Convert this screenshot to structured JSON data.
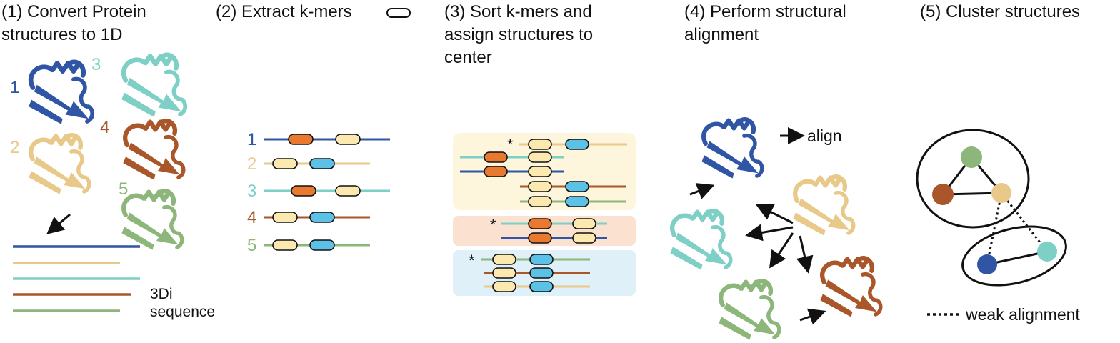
{
  "steps": [
    {
      "lines": [
        "(1) Convert Protein",
        "structures to 1D"
      ]
    },
    {
      "lines": [
        "(2) Extract k-mers"
      ]
    },
    {
      "lines": [
        "(3) Sort k-mers and",
        "assign structures to",
        "center"
      ]
    },
    {
      "lines": [
        "(4) Perform structural",
        "alignment"
      ]
    },
    {
      "lines": [
        "(5) Cluster structures"
      ]
    }
  ],
  "structure_numbers": [
    "1",
    "2",
    "3",
    "4",
    "5"
  ],
  "sequence_label": [
    "3Di",
    "sequence"
  ],
  "center_marker": "*",
  "align_label": "align",
  "weak_label": "weak alignment",
  "colors": {
    "s1": "#2f55a4",
    "s2": "#e8c98a",
    "s3": "#7ecfc6",
    "s4": "#a9572a",
    "s5": "#8db67a",
    "kmer_orange": "#e8792f",
    "kmer_yellow": "#fbe9b0",
    "kmer_blue": "#5cc1e6",
    "group_yellow": "#fdf5dc",
    "group_orange": "#fbe1d0",
    "group_blue": "#dff0f8"
  }
}
